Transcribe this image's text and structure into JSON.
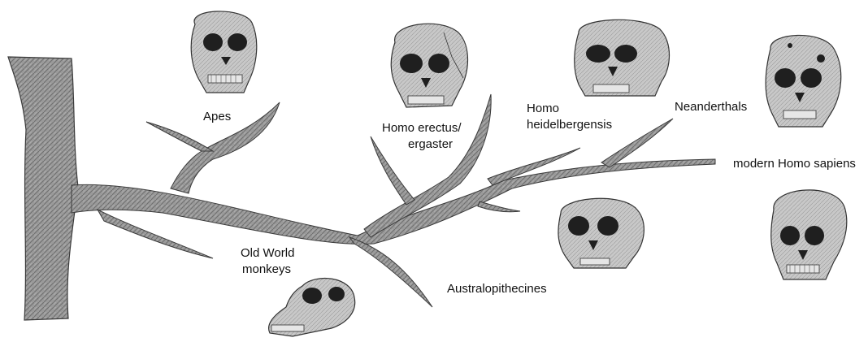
{
  "labels": {
    "apes": "Apes",
    "old_world_monkeys_line1": "Old World",
    "old_world_monkeys_line2": "monkeys",
    "homo_erectus_line1": "Homo erectus/",
    "homo_erectus_line2": "ergaster",
    "australopithecines": "Australopithecines",
    "homo_heidelbergensis_line1": "Homo",
    "homo_heidelbergensis_line2": "heidelbergensis",
    "neanderthals": "Neanderthals",
    "modern_homo_sapiens": "modern Homo sapiens"
  },
  "colors": {
    "branch_fill": "#8f8f8f",
    "branch_stroke": "#3a3a3a",
    "skull_fill": "#bdbdbd",
    "skull_dark": "#2a2a2a",
    "text": "#111111"
  },
  "skulls": [
    "apes-skull",
    "homo-erectus-skull",
    "homo-heidelbergensis-skull",
    "neanderthal-skull",
    "australopithecine-skull",
    "modern-human-skull",
    "old-world-monkey-skull"
  ]
}
